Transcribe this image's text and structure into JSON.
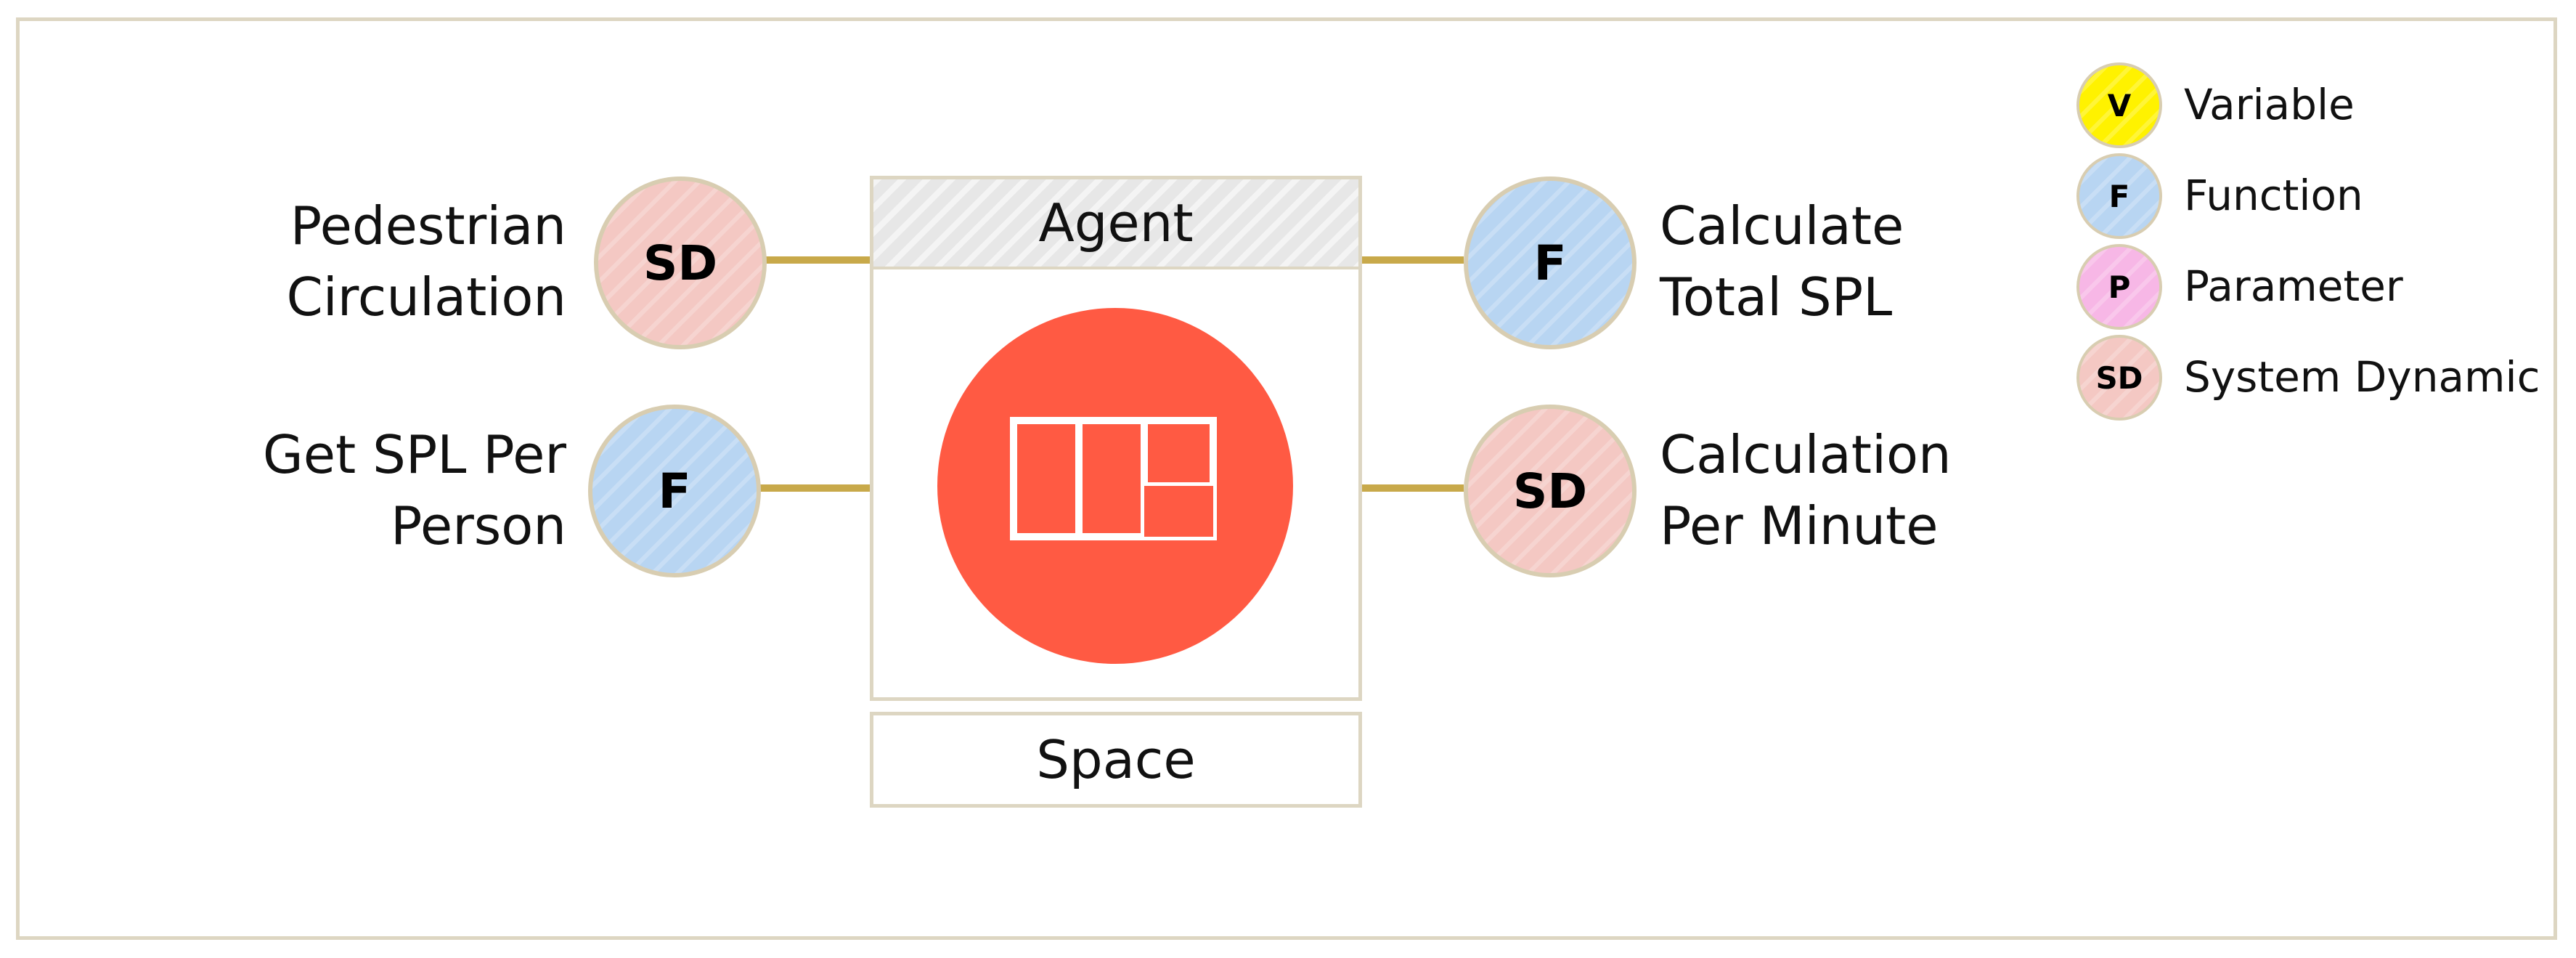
{
  "diagram": {
    "agent_label": "Agent",
    "space_label": "Space",
    "nodes": {
      "pedestrian_circulation": {
        "abbr": "SD",
        "label_line1": "Pedestrian",
        "label_line2": "Circulation"
      },
      "get_spl_per_person": {
        "abbr": "F",
        "label_line1": "Get SPL Per",
        "label_line2": "Person"
      },
      "calculate_total_spl": {
        "abbr": "F",
        "label_line1": "Calculate",
        "label_line2": "Total SPL"
      },
      "calculation_per_minute": {
        "abbr": "SD",
        "label_line1": "Calculation",
        "label_line2": "Per Minute"
      }
    }
  },
  "legend": [
    {
      "abbr": "V",
      "label": "Variable"
    },
    {
      "abbr": "F",
      "label": "Function"
    },
    {
      "abbr": "P",
      "label": "Parameter"
    },
    {
      "abbr": "SD",
      "label": "System Dynamic"
    }
  ],
  "colors": {
    "system_dynamic": "#f4c8c3",
    "function": "#b8d5f2",
    "variable": "#fff200",
    "parameter": "#f7b7e6",
    "agent_icon": "#ff5a43",
    "connector": "#c8a94a",
    "border": "#ddd6c2"
  },
  "icons": {
    "agent": "floor-plan-icon"
  }
}
